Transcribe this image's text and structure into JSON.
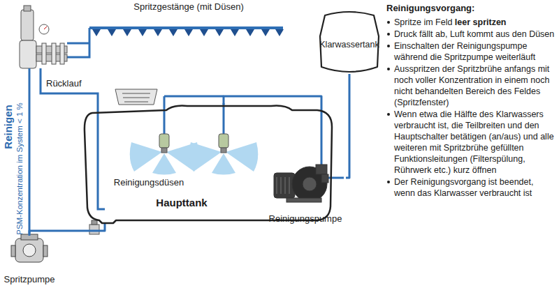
{
  "diagram": {
    "nodes": [
      {
        "text": [
          "Klarwassertank"
        ]
      },
      {
        "text": [
          "Reinigungsdüsen",
          "Haupttank"
        ]
      },
      {
        "text": [
          "Reinigungspumpe"
        ]
      },
      {
        "text": [
          "Spritzpumpe"
        ]
      }
    ],
    "edges": [
      {
        "from": 0,
        "to": 2,
        "arrow": "none"
      },
      {
        "from": 2,
        "to": 1,
        "arrow": "none"
      },
      {
        "from": 1,
        "to": 3,
        "arrow": "none"
      }
    ],
    "labels": [
      "Spritzgestänge (mit Düsen)",
      "Rücklauf",
      "Reinigen",
      "PSM-Konzentration im System < 1 %",
      "Reinigungsvorgang:",
      "Spritze im Feld",
      "leer spritzen",
      "Druck fällt ab, Luft kommt aus den Düsen",
      "Einschalten der Reinigungspumpe während die Spritzpumpe weiterläuft",
      "Ausspritzen der Spritzbrühe anfangs mit noch voller Konzentration in einem noch nicht behandelten Bereich des Feldes (Spritzfenster)",
      "Wenn etwa die Hälfte des Klarwassers verbraucht ist, die Teilbreiten und den Hauptschalter betätigen (an/aus) und alle weiteren mit Spritzbrühe gefüllten Funktionsleitungen (Filterspülung, Rührwerk etc.) kurz öffnen",
      "Der Reinigungsvorgang ist beendet, wenn das Klarwasser verbraucht ist"
    ]
  }
}
